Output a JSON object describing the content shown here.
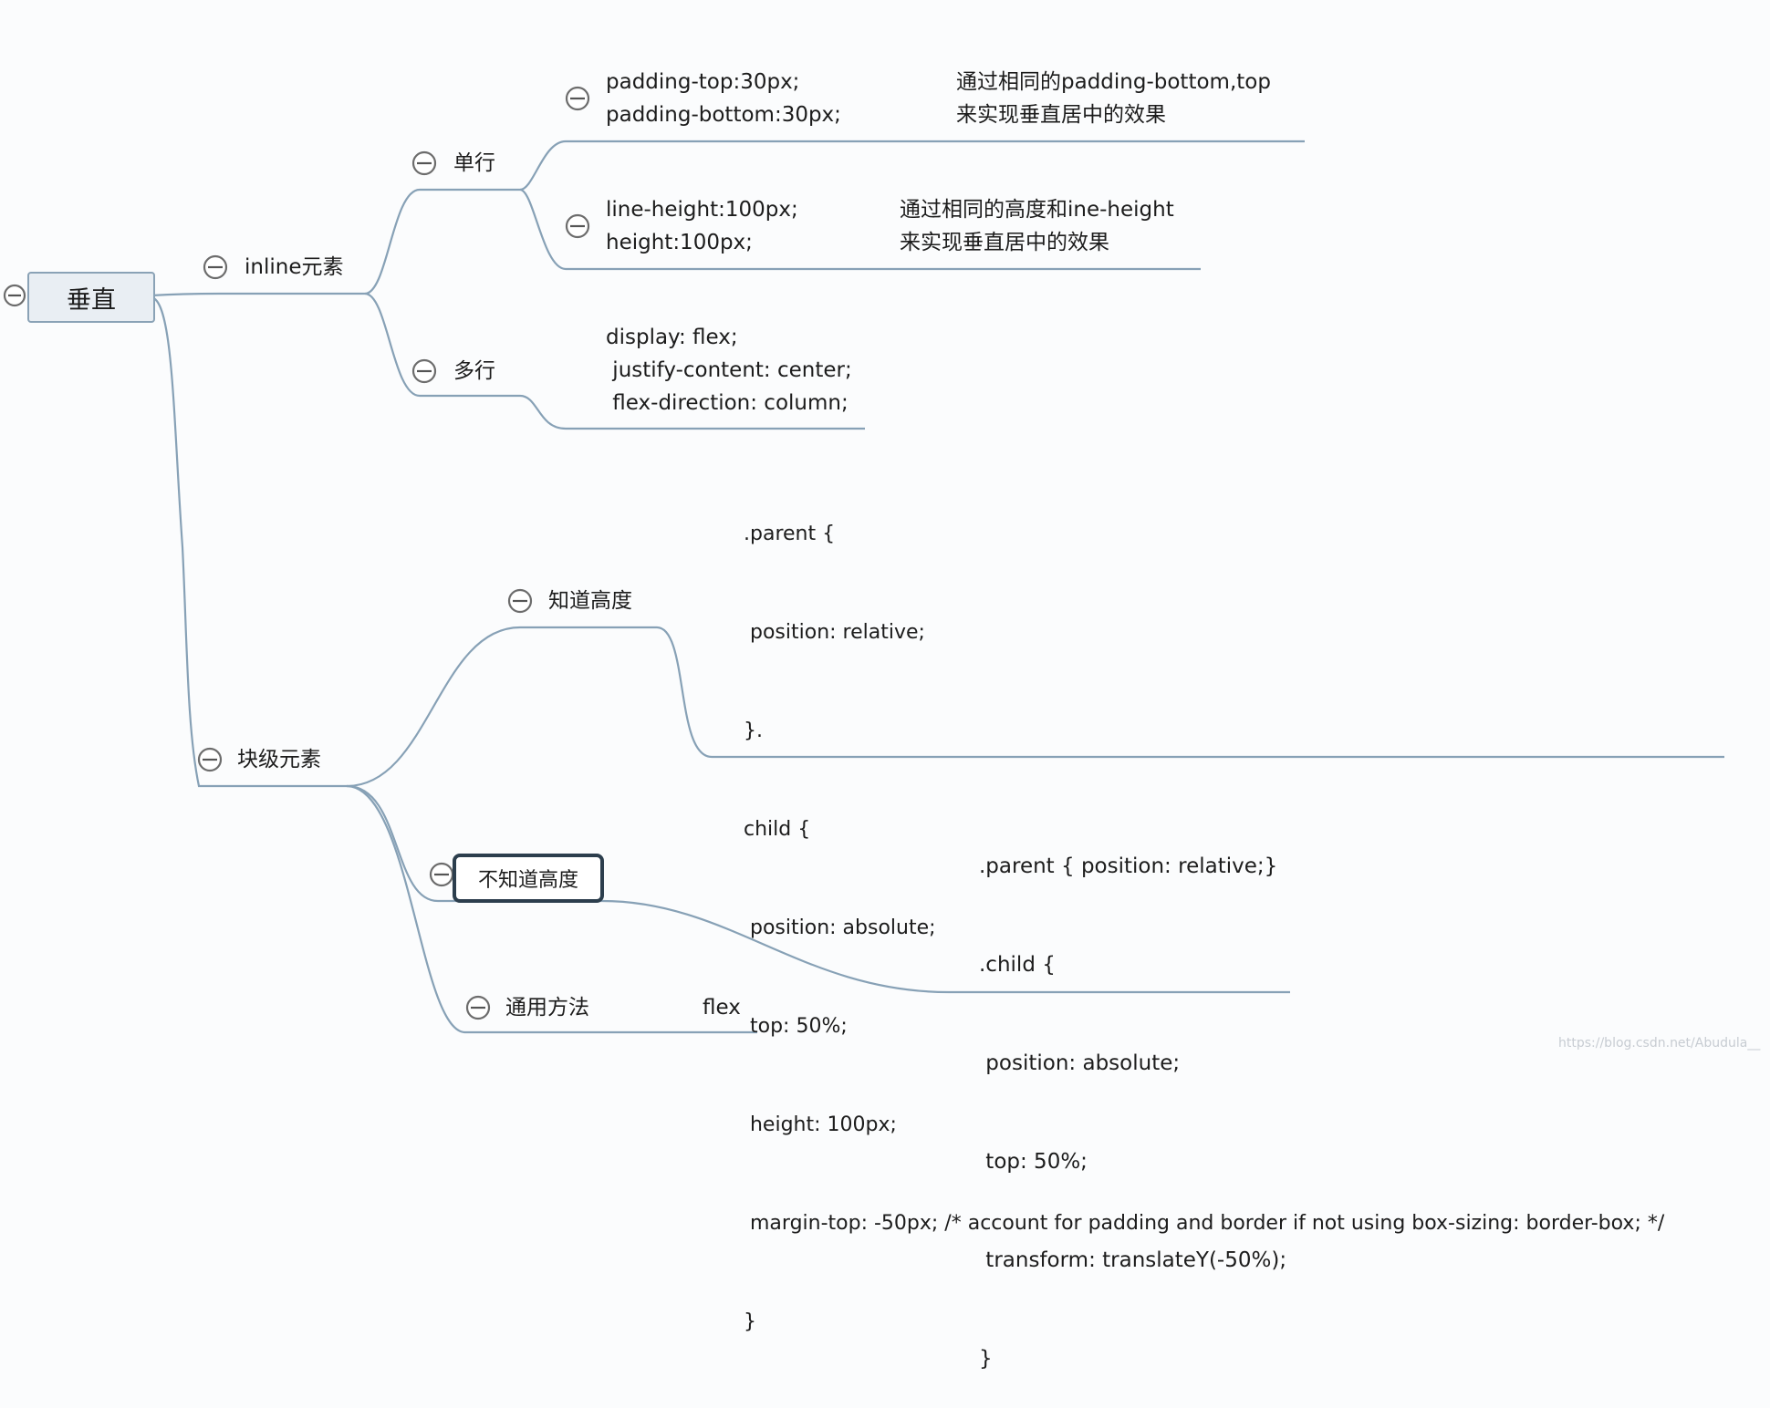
{
  "root": {
    "label": "垂直"
  },
  "inline": {
    "label": "inline元素",
    "single": {
      "label": "单行",
      "padding_code": [
        "padding-top:30px;",
        "padding-bottom:30px;"
      ],
      "padding_note": [
        "通过相同的padding-bottom,top",
        "来实现垂直居中的效果"
      ],
      "lineheight_code": [
        "line-height:100px;",
        "height:100px;"
      ],
      "lineheight_note": [
        "通过相同的高度和ine-height",
        "来实现垂直居中的效果"
      ]
    },
    "multi": {
      "label": "多行",
      "code": [
        "display: flex;",
        " justify-content: center;",
        " flex-direction: column;"
      ]
    }
  },
  "block": {
    "label": "块级元素",
    "known": {
      "label": "知道高度",
      "code": [
        ".parent {",
        " position: relative;",
        "}.",
        "child {",
        " position: absolute;",
        " top: 50%;",
        " height: 100px;",
        " margin-top: -50px; /* account for padding and border if not using box-sizing: border-box; */",
        "}"
      ]
    },
    "unknown": {
      "label": "不知道高度",
      "code": [
        ".parent { position: relative;}",
        ".child {",
        " position: absolute;",
        " top: 50%;",
        " transform: translateY(-50%);",
        "}"
      ]
    },
    "general": {
      "label": "通用方法",
      "value": "flex"
    }
  },
  "watermark": "https://blog.csdn.net/Abudula__"
}
